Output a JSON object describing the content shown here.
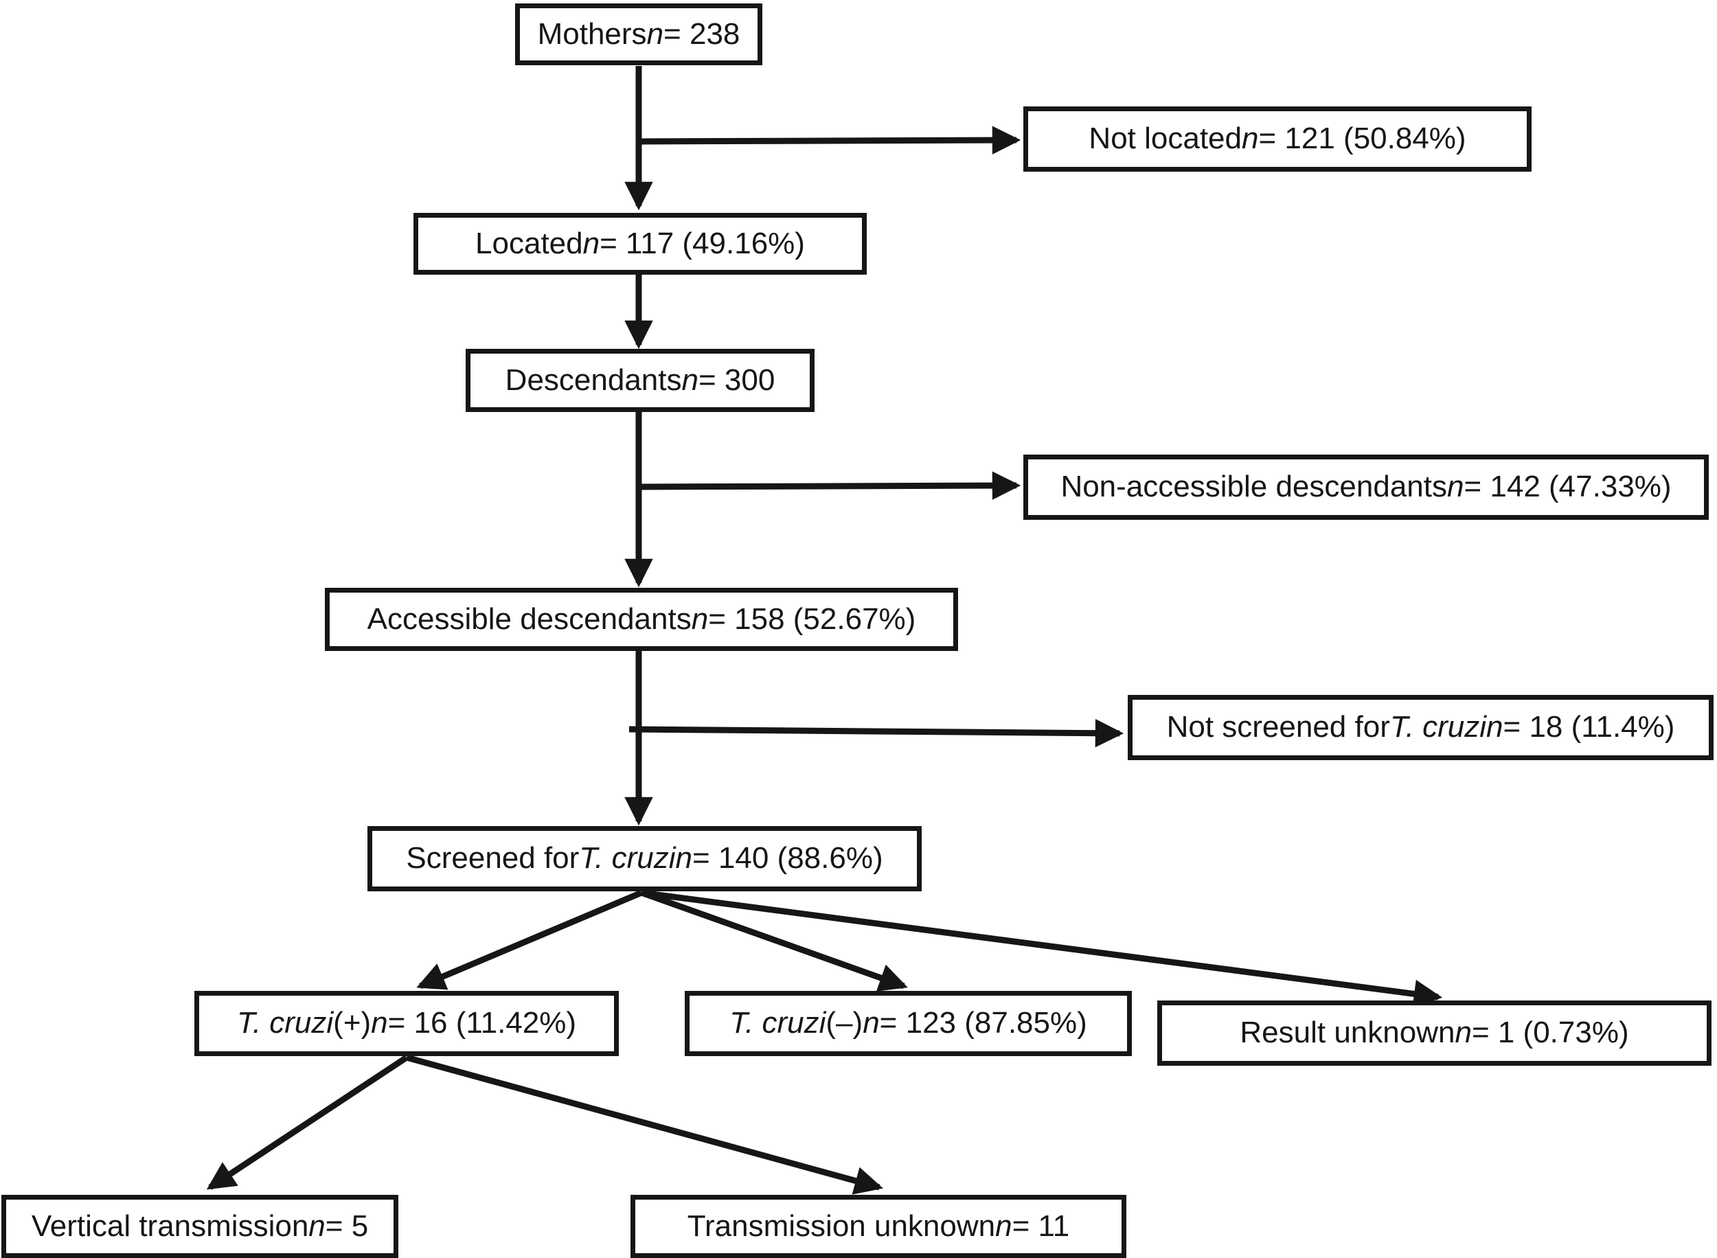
{
  "figure": {
    "type": "flow-diagram",
    "background_color": "#ffffff",
    "line_color": "#161616",
    "boxes": {
      "mothers": {
        "s1": "Mothers ",
        "s2": "n",
        "s3": " = 238"
      },
      "not_located": {
        "s1": "Not located ",
        "s2": "n",
        "s3": " = 121 (50.84%)"
      },
      "located": {
        "s1": "Located ",
        "s2": "n",
        "s3": " = 117 (49.16%)"
      },
      "descendants": {
        "s1": "Descendants ",
        "s2": "n",
        "s3": " = 300"
      },
      "non_accessible": {
        "s1": "Non-accessible descendants ",
        "s2": "n",
        "s3": " = 142 (47.33%)"
      },
      "accessible": {
        "s1": "Accessible descendants ",
        "s2": "n",
        "s3": " = 158 (52.67%)"
      },
      "not_screened": {
        "s1": "Not screened for ",
        "s2": "T. cruzi",
        "s3": " ",
        "s4": "n",
        "s5": " = 18 (11.4%)"
      },
      "screened": {
        "s1": "Screened for ",
        "s2": "T. cruzi",
        "s3": " ",
        "s4": "n",
        "s5": " = 140 (88.6%)"
      },
      "tcruzi_positive": {
        "s2": "T. cruzi",
        "s3": " (+) ",
        "s4": "n",
        "s5": " = 16 (11.42%)"
      },
      "tcruzi_negative": {
        "s2": "T. cruzi",
        "s3": " (–) ",
        "s4": "n",
        "s5": " = 123 (87.85%)"
      },
      "result_unknown": {
        "s1": "Result unknown ",
        "s2": "n",
        "s3": " = 1 (0.73%)"
      },
      "vertical_transmission": {
        "s1": "Vertical transmission ",
        "s2": "n",
        "s3": " = 5"
      },
      "transmission_unknown": {
        "s1": "Transmission unknown ",
        "s2": "n",
        "s3": " = 11"
      }
    }
  }
}
